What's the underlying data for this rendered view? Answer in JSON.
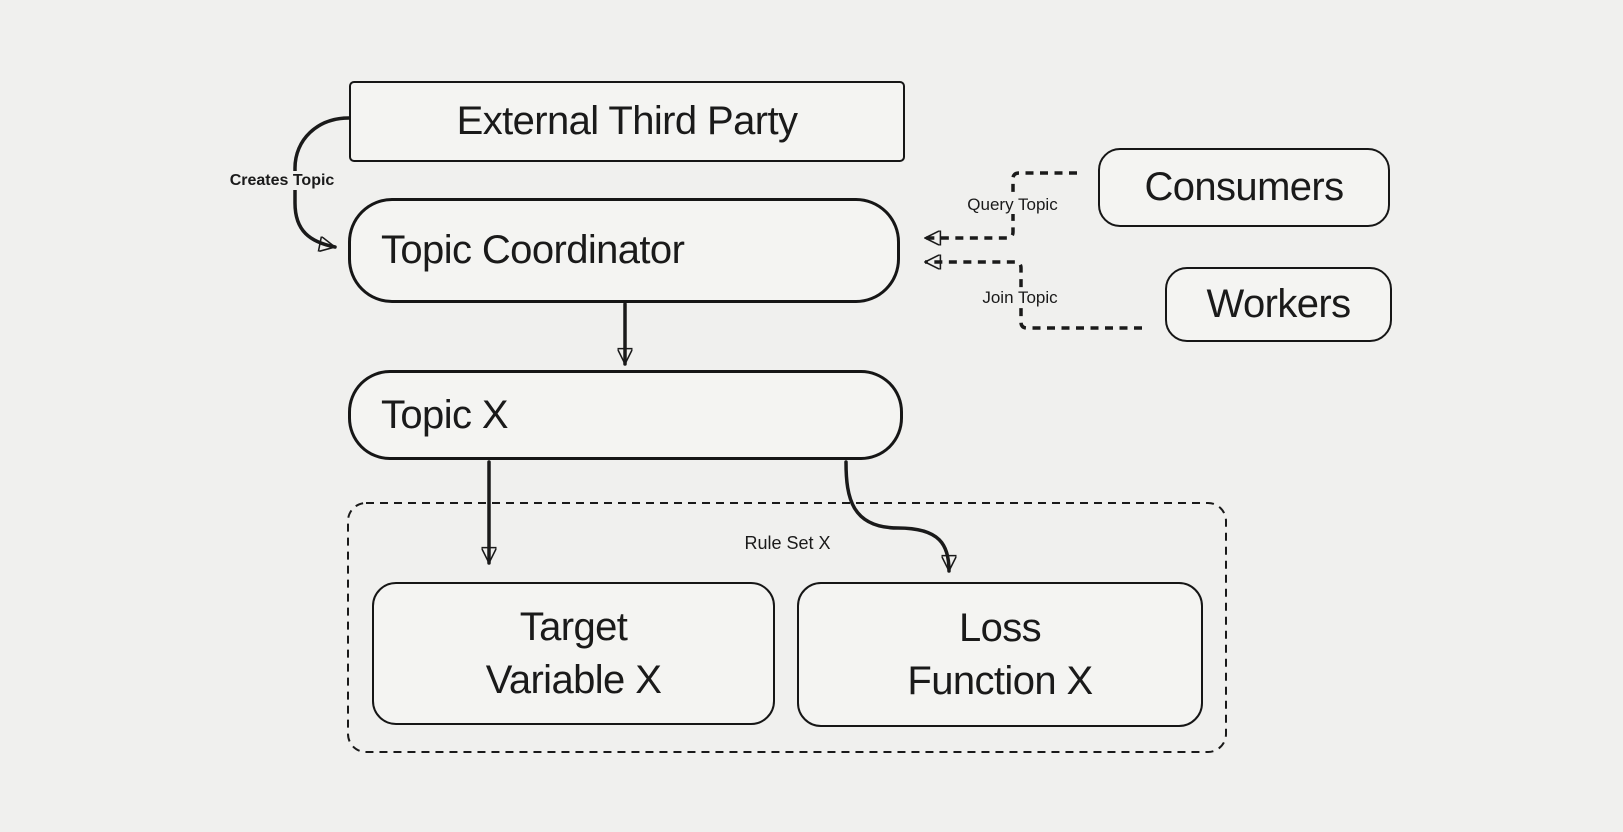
{
  "diagram": {
    "background_color": "#f0f0ee",
    "stroke_color": "#1a1a1a",
    "nodes": {
      "external_third_party": {
        "label": "External Third Party"
      },
      "topic_coordinator": {
        "label": "Topic Coordinator"
      },
      "consumers": {
        "label": "Consumers"
      },
      "workers": {
        "label": "Workers"
      },
      "topic_x": {
        "label": "Topic X"
      },
      "target_variable_x": {
        "label": "Target\nVariable X"
      },
      "loss_function_x": {
        "label": "Loss\nFunction X"
      },
      "rule_set_x": {
        "label": "Rule Set X"
      }
    },
    "edges": {
      "creates_topic": {
        "label": "Creates Topic",
        "style": "solid",
        "from": "external_third_party",
        "to": "topic_coordinator"
      },
      "query_topic": {
        "label": "Query Topic",
        "style": "dashed",
        "from": "consumers",
        "to": "topic_coordinator"
      },
      "join_topic": {
        "label": "Join Topic",
        "style": "dashed",
        "from": "workers",
        "to": "topic_coordinator"
      },
      "coordinator_to_topic": {
        "label": "",
        "style": "solid",
        "from": "topic_coordinator",
        "to": "topic_x"
      },
      "topic_to_target": {
        "label": "",
        "style": "solid",
        "from": "topic_x",
        "to": "target_variable_x"
      },
      "topic_to_loss": {
        "label": "",
        "style": "solid",
        "from": "topic_x",
        "to": "loss_function_x"
      }
    }
  }
}
